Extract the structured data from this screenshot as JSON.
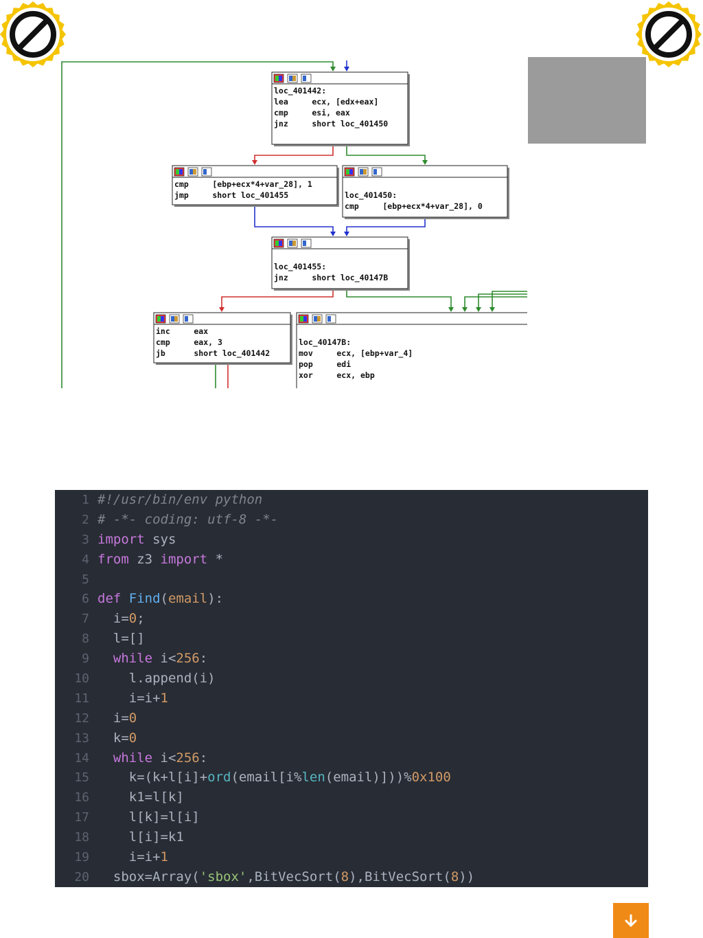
{
  "badges": [
    {
      "icon": "no-entry-icon",
      "ring_color": "#f5c400",
      "symbol_color": "#111111"
    },
    {
      "icon": "no-entry-icon",
      "ring_color": "#f5c400",
      "symbol_color": "#111111"
    }
  ],
  "graph": {
    "nodes": {
      "loc_401442": [
        "loc_401442:",
        "lea     ecx, [edx+eax]",
        "cmp     esi, eax",
        "jnz     short loc_401450"
      ],
      "cmp_set1": [
        "cmp     [ebp+ecx*4+var_28], 1",
        "jmp     short loc_401455"
      ],
      "loc_401450": [
        "",
        "loc_401450:",
        "cmp     [ebp+ecx*4+var_28], 0"
      ],
      "loc_401455": [
        "",
        "loc_401455:",
        "jnz     short loc_40147B"
      ],
      "inc_block": [
        "inc     eax",
        "cmp     eax, 3",
        "jb      short loc_401442"
      ],
      "loc_40147B": [
        "",
        "loc_40147B:",
        "mov     ecx, [ebp+var_4]",
        "pop     edi",
        "xor     ecx, ebp"
      ]
    },
    "colors": {
      "green": "#2e8b2e",
      "red": "#d03030",
      "blue": "#2233cc"
    }
  },
  "code": {
    "lines": [
      [
        [
          "c-comment",
          "#!/usr/bin/env python"
        ]
      ],
      [
        [
          "c-comment",
          "# -*- coding: utf-8 -*-"
        ]
      ],
      [
        [
          "c-kw",
          "import"
        ],
        [
          "",
          " sys"
        ]
      ],
      [
        [
          "c-kw",
          "from"
        ],
        [
          "",
          " z3 "
        ],
        [
          "c-kw",
          "import"
        ],
        [
          "",
          " *"
        ]
      ],
      [
        [
          "",
          ""
        ]
      ],
      [
        [
          "c-kw",
          "def"
        ],
        [
          "",
          " "
        ],
        [
          "c-fn",
          "Find"
        ],
        [
          "",
          "("
        ],
        [
          "c-param",
          "email"
        ],
        [
          "",
          "):"
        ]
      ],
      [
        [
          "",
          "  i="
        ],
        [
          "c-num",
          "0"
        ],
        [
          "",
          ";"
        ]
      ],
      [
        [
          "",
          "  l=[]"
        ]
      ],
      [
        [
          "",
          "  "
        ],
        [
          "c-kw",
          "while"
        ],
        [
          "",
          " i<"
        ],
        [
          "c-num",
          "256"
        ],
        [
          "",
          ":"
        ]
      ],
      [
        [
          "",
          "    l.append(i)"
        ]
      ],
      [
        [
          "",
          "    i=i+"
        ],
        [
          "c-num",
          "1"
        ]
      ],
      [
        [
          "",
          "  i="
        ],
        [
          "c-num",
          "0"
        ]
      ],
      [
        [
          "",
          "  k="
        ],
        [
          "c-num",
          "0"
        ]
      ],
      [
        [
          "",
          "  "
        ],
        [
          "c-kw",
          "while"
        ],
        [
          "",
          " i<"
        ],
        [
          "c-num",
          "256"
        ],
        [
          "",
          ":"
        ]
      ],
      [
        [
          "",
          "    k=(k+l[i]+"
        ],
        [
          "c-builtin",
          "ord"
        ],
        [
          "",
          "(email[i%"
        ],
        [
          "c-builtin",
          "len"
        ],
        [
          "",
          "(email)]))%"
        ],
        [
          "c-num",
          "0x100"
        ]
      ],
      [
        [
          "",
          "    k1=l[k]"
        ]
      ],
      [
        [
          "",
          "    l[k]=l[i]"
        ]
      ],
      [
        [
          "",
          "    l[i]=k1"
        ]
      ],
      [
        [
          "",
          "    i=i+"
        ],
        [
          "c-num",
          "1"
        ]
      ],
      [
        [
          "",
          "  sbox=Array("
        ],
        [
          "c-str",
          "'sbox'"
        ],
        [
          "",
          ",BitVecSort("
        ],
        [
          "c-num",
          "8"
        ],
        [
          "",
          "),BitVecSort("
        ],
        [
          "c-num",
          "8"
        ],
        [
          "",
          "))"
        ]
      ]
    ]
  },
  "scroll_button": {
    "icon": "arrow-down-icon",
    "color": "#f08a16"
  }
}
